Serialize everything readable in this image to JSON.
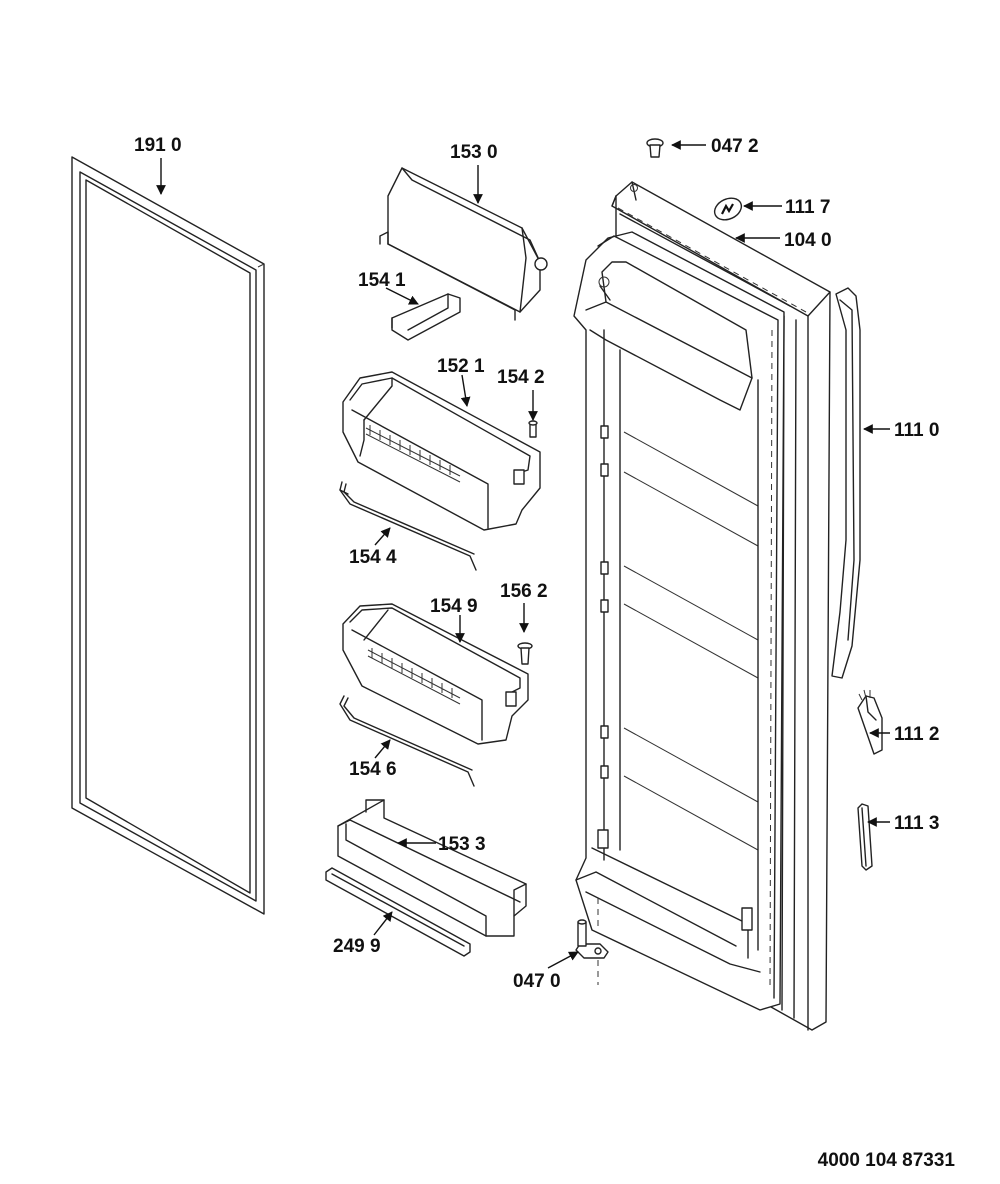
{
  "drawing_number": "4000 104 87331",
  "callouts": {
    "c1910": "191 0",
    "c1530": "153 0",
    "c1541": "154 1",
    "c1521": "152 1",
    "c1542": "154 2",
    "c1544": "154 4",
    "c1549": "154 9",
    "c1562": "156 2",
    "c1546": "154 6",
    "c1533": "153 3",
    "c2499": "249 9",
    "c0470": "047 0",
    "c0472": "047 2",
    "c1117": "111 7",
    "c1040": "104 0",
    "c1110": "111 0",
    "c1112": "111 2",
    "c1113": "111 3"
  }
}
